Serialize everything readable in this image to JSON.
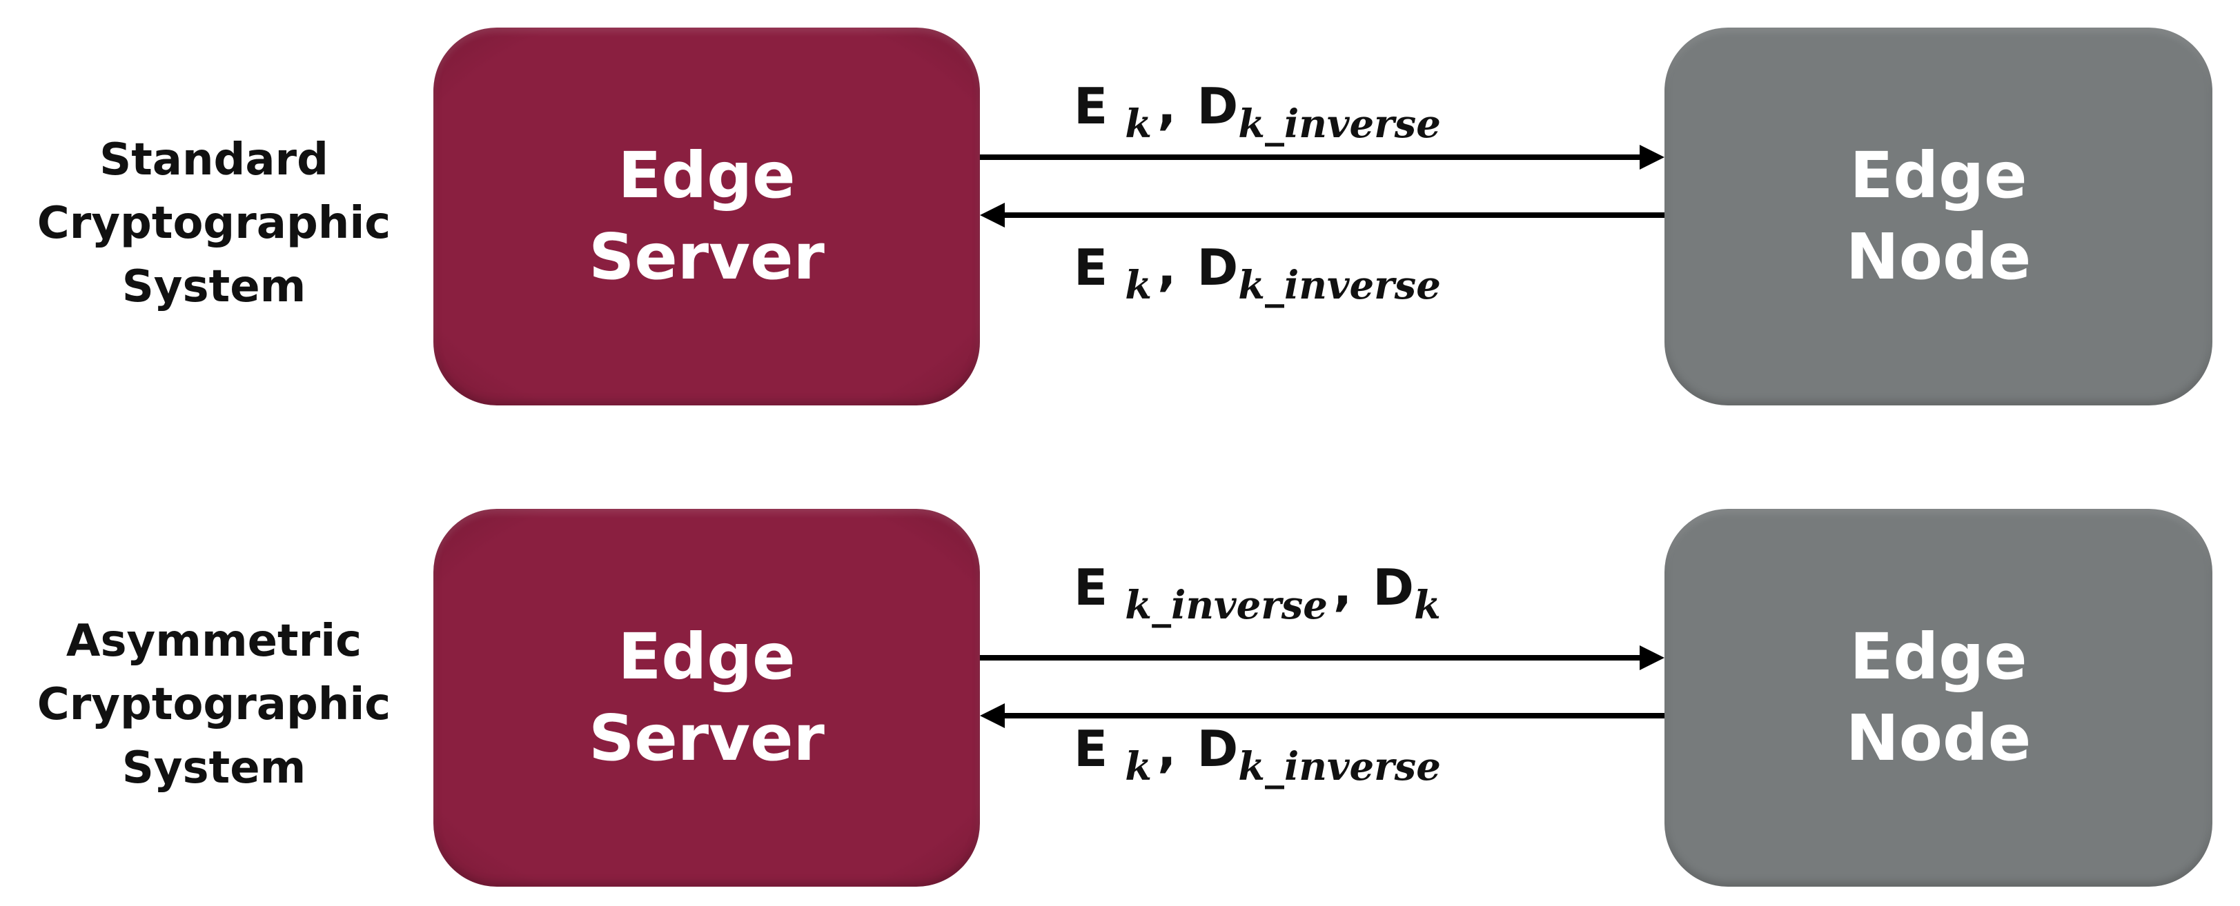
{
  "rows": [
    {
      "label_lines": [
        "Standard",
        "Cryptographic",
        "System"
      ],
      "server_lines": [
        "Edge",
        "Server"
      ],
      "node_lines": [
        "Edge",
        "Node"
      ],
      "forward": {
        "e_main": "E",
        "e_sub": "k",
        "sep": ",",
        "d_main": "D",
        "d_sub": "k_inverse"
      },
      "backward": {
        "e_main": "E",
        "e_sub": "k",
        "sep": ",",
        "d_main": "D",
        "d_sub": "k_inverse"
      }
    },
    {
      "label_lines": [
        "Asymmetric",
        "Cryptographic",
        "System"
      ],
      "server_lines": [
        "Edge",
        "Server"
      ],
      "node_lines": [
        "Edge",
        "Node"
      ],
      "forward": {
        "e_main": "E",
        "e_sub": "k_inverse",
        "sep": ",",
        "d_main": "D",
        "d_sub": "k"
      },
      "backward": {
        "e_main": "E",
        "e_sub": "k",
        "sep": ",",
        "d_main": "D",
        "d_sub": "k_inverse"
      }
    }
  ],
  "colors": {
    "server": "#8a1f40",
    "node": "#777b7c",
    "arrow": "#000000"
  }
}
